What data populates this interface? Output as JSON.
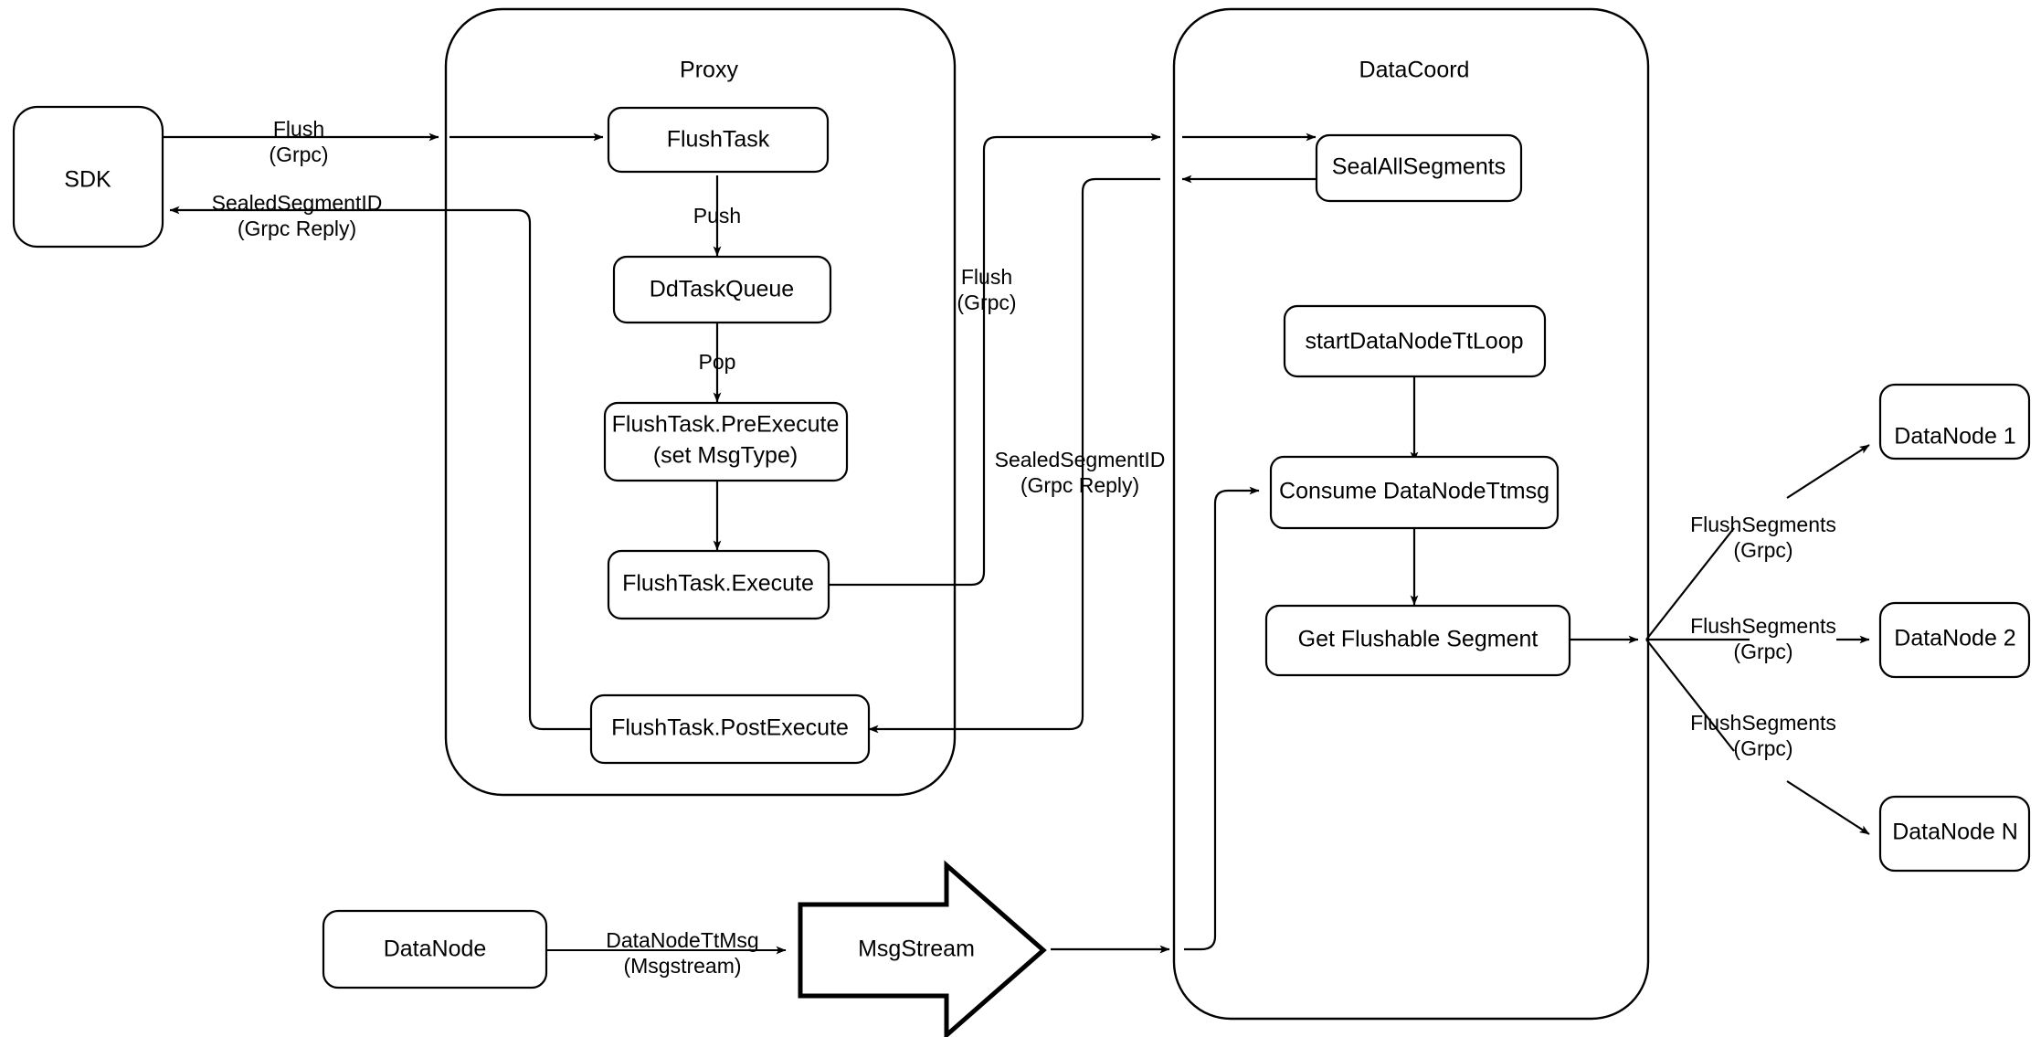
{
  "diagram": {
    "title": "Milvus Flush Sequence Flow",
    "colors": {
      "background": "#ffffff",
      "stroke": "#000000",
      "fill": "#ffffff"
    },
    "containers": [
      {
        "id": "proxy",
        "label": "Proxy"
      },
      {
        "id": "datacoord",
        "label": "DataCoord"
      }
    ],
    "nodes": [
      {
        "id": "sdk",
        "label": "SDK"
      },
      {
        "id": "flushtask",
        "label": "FlushTask"
      },
      {
        "id": "ddtaskqueue",
        "label": "DdTaskQueue"
      },
      {
        "id": "preexecute_line1",
        "label": "FlushTask.PreExecute"
      },
      {
        "id": "preexecute_line2",
        "label": "(set MsgType)"
      },
      {
        "id": "execute",
        "label": "FlushTask.Execute"
      },
      {
        "id": "postexecute",
        "label": "FlushTask.PostExecute"
      },
      {
        "id": "sealallsegments",
        "label": "SealAllSegments"
      },
      {
        "id": "startdatanodettloop",
        "label": "startDataNodeTtLoop"
      },
      {
        "id": "consumedatanodettmsg",
        "label": "Consume DataNodeTtmsg"
      },
      {
        "id": "getflushablesegment",
        "label": "Get Flushable Segment"
      },
      {
        "id": "datanode_bottom",
        "label": "DataNode"
      },
      {
        "id": "msgstream",
        "label": "MsgStream"
      },
      {
        "id": "datanode1",
        "label": "DataNode 1"
      },
      {
        "id": "datanode2",
        "label": "DataNode 2"
      },
      {
        "id": "datanoden",
        "label": "DataNode N"
      }
    ],
    "edge_labels": {
      "sdk_to_proxy_l1": "Flush",
      "sdk_to_proxy_l2": "(Grpc)",
      "proxy_to_sdk_l1": "SealedSegmentID",
      "proxy_to_sdk_l2": "(Grpc Reply)",
      "push": "Push",
      "pop": "Pop",
      "proxy_to_coord_l1": "Flush",
      "proxy_to_coord_l2": "(Grpc)",
      "coord_to_proxy_l1": "SealedSegmentID",
      "coord_to_proxy_l2": "(Grpc Reply)",
      "datanodettmsg_l1": "DataNodeTtMsg",
      "datanodettmsg_l2": "(Msgstream)",
      "flushsegments1_l1": "FlushSegments",
      "flushsegments1_l2": "(Grpc)",
      "flushsegments2_l1": "FlushSegments",
      "flushsegments2_l2": "(Grpc)",
      "flushsegmentsn_l1": "FlushSegments",
      "flushsegmentsn_l2": "(Grpc)"
    }
  }
}
